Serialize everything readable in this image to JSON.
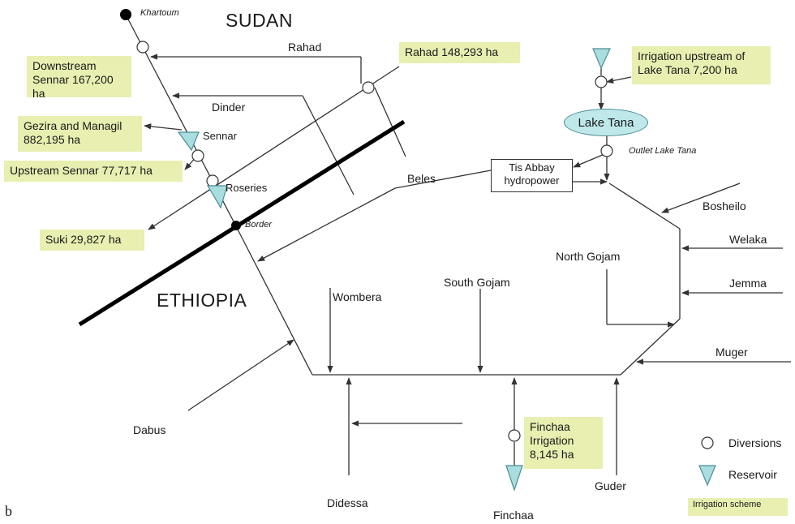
{
  "panel_label": "b",
  "countries": {
    "north": "SUDAN",
    "south": "ETHIOPIA"
  },
  "places": {
    "khartoum": "Khartoum",
    "border": "Border",
    "outlet": "Outlet Lake Tana",
    "lake": "Lake Tana"
  },
  "structures": {
    "sennar": "Sennar",
    "roseries": "Roseries",
    "hydropower": "Tis Abbay hydropower"
  },
  "rivers": {
    "rahad": "Rahad",
    "dinder": "Dinder",
    "beles": "Beles",
    "bosheilo": "Bosheilo",
    "welaka": "Welaka",
    "jemma": "Jemma",
    "north_gojam": "North Gojam",
    "south_gojam": "South Gojam",
    "wombera": "Wombera",
    "muger": "Muger",
    "dabus": "Dabus",
    "didessa": "Didessa",
    "finchaa": "Finchaa",
    "guder": "Guder"
  },
  "irrigation_schemes": {
    "downstream_sennar": "Downstream Sennar 167,200 ha",
    "gezira": "Gezira and Managil 882,195 ha",
    "upstream_sennar": "Upstream Sennar 77,717 ha",
    "suki": "Suki  29,827 ha",
    "rahad": "Rahad 148,293 ha",
    "upstream_tana": "Irrigation upstream of Lake Tana 7,200 ha",
    "finchaa": "Finchaa Irrigation 8,145 ha"
  },
  "legend": {
    "diversions": "Diversions",
    "reservoir": "Reservoir",
    "irrigation": "Irrigation scheme"
  },
  "colors": {
    "scheme_fill": "#e8efb0",
    "reservoir_fill": "#a9dde0",
    "lake_fill": "#bfe8ea",
    "line": "#333333"
  }
}
